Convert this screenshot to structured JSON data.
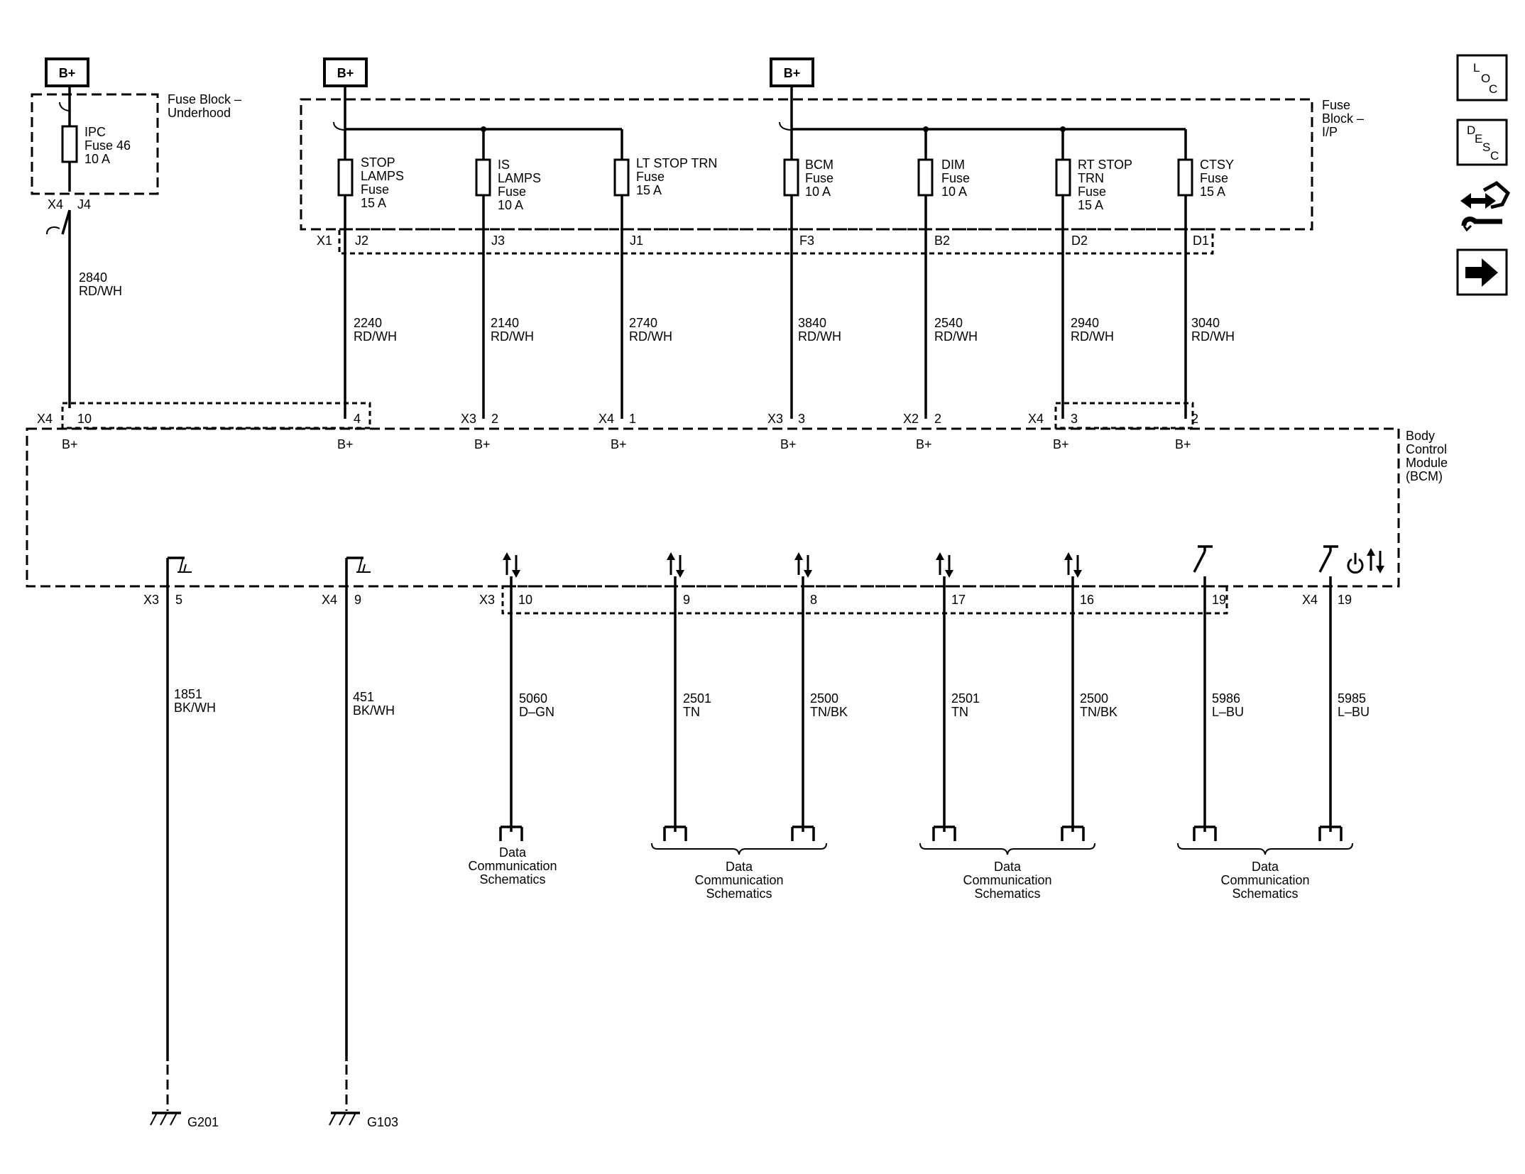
{
  "bplus_label": "B+",
  "fuse_block_underhood": {
    "label_lines": [
      "Fuse Block –",
      "Underhood"
    ]
  },
  "fuse_block_ip": {
    "label_lines": [
      "Fuse",
      "Block –",
      "I/P"
    ]
  },
  "bcm": {
    "label_lines": [
      "Body",
      "Control",
      "Module",
      "(BCM)"
    ],
    "pin_label": "B+"
  },
  "ipc_fuse": {
    "label_lines": [
      "IPC",
      "Fuse 46",
      "10 A"
    ],
    "connector": "X4",
    "pin": "J4",
    "wire_number": "2840",
    "wire_color": "RD/WH",
    "bcm_connector": "X4",
    "bcm_pin": "10"
  },
  "ip_connector": "X1",
  "ip_fuses": [
    {
      "label_lines": [
        "STOP",
        "LAMPS",
        "Fuse",
        "15 A"
      ],
      "pin": "J2",
      "wire_number": "2240",
      "wire_color": "RD/WH",
      "bcm_connector": "",
      "bcm_pin": "4"
    },
    {
      "label_lines": [
        "IS",
        "LAMPS",
        "Fuse",
        "10 A"
      ],
      "pin": "J3",
      "wire_number": "2140",
      "wire_color": "RD/WH",
      "bcm_connector": "X3",
      "bcm_pin": "2"
    },
    {
      "label_lines": [
        "LT STOP TRN",
        "Fuse",
        "15 A"
      ],
      "pin": "J1",
      "wire_number": "2740",
      "wire_color": "RD/WH",
      "bcm_connector": "X4",
      "bcm_pin": "1"
    },
    {
      "label_lines": [
        "BCM",
        "Fuse",
        "10 A"
      ],
      "pin": "F3",
      "wire_number": "3840",
      "wire_color": "RD/WH",
      "bcm_connector": "X3",
      "bcm_pin": "3"
    },
    {
      "label_lines": [
        "DIM",
        "Fuse",
        "10 A"
      ],
      "pin": "B2",
      "wire_number": "2540",
      "wire_color": "RD/WH",
      "bcm_connector": "X2",
      "bcm_pin": "2"
    },
    {
      "label_lines": [
        "RT STOP",
        "TRN",
        "Fuse",
        "15 A"
      ],
      "pin": "D2",
      "wire_number": "2940",
      "wire_color": "RD/WH",
      "bcm_connector": "X4",
      "bcm_pin": "3"
    },
    {
      "label_lines": [
        "CTSY",
        "Fuse",
        "15 A"
      ],
      "pin": "D1",
      "wire_number": "3040",
      "wire_color": "RD/WH",
      "bcm_connector": "",
      "bcm_pin": "2"
    }
  ],
  "grounds": [
    {
      "connector": "X3",
      "pin": "5",
      "wire_number": "1851",
      "wire_color": "BK/WH",
      "ground_id": "G201"
    },
    {
      "connector": "X4",
      "pin": "9",
      "wire_number": "451",
      "wire_color": "BK/WH",
      "ground_id": "G103"
    }
  ],
  "data_lines": [
    {
      "connector": "X3",
      "pin": "10",
      "wire_number": "5060",
      "wire_color": "D–GN"
    },
    {
      "connector": "",
      "pin": "9",
      "wire_number": "2501",
      "wire_color": "TN"
    },
    {
      "connector": "",
      "pin": "8",
      "wire_number": "2500",
      "wire_color": "TN/BK"
    },
    {
      "connector": "",
      "pin": "17",
      "wire_number": "2501",
      "wire_color": "TN"
    },
    {
      "connector": "",
      "pin": "16",
      "wire_number": "2500",
      "wire_color": "TN/BK"
    },
    {
      "connector": "",
      "pin": "19",
      "wire_number": "5986",
      "wire_color": "L–BU"
    },
    {
      "connector": "X4",
      "pin": "19",
      "wire_number": "5985",
      "wire_color": "L–BU"
    }
  ],
  "data_comm_label_lines": [
    "Data",
    "Communication",
    "Schematics"
  ],
  "side_icons": [
    {
      "name": "loc-icon",
      "letters": [
        "L",
        "O",
        "C"
      ]
    },
    {
      "name": "desc-icon",
      "letters": [
        "D",
        "E",
        "S",
        "C"
      ]
    },
    {
      "name": "connector-swap-icon"
    },
    {
      "name": "next-arrow-icon"
    }
  ]
}
